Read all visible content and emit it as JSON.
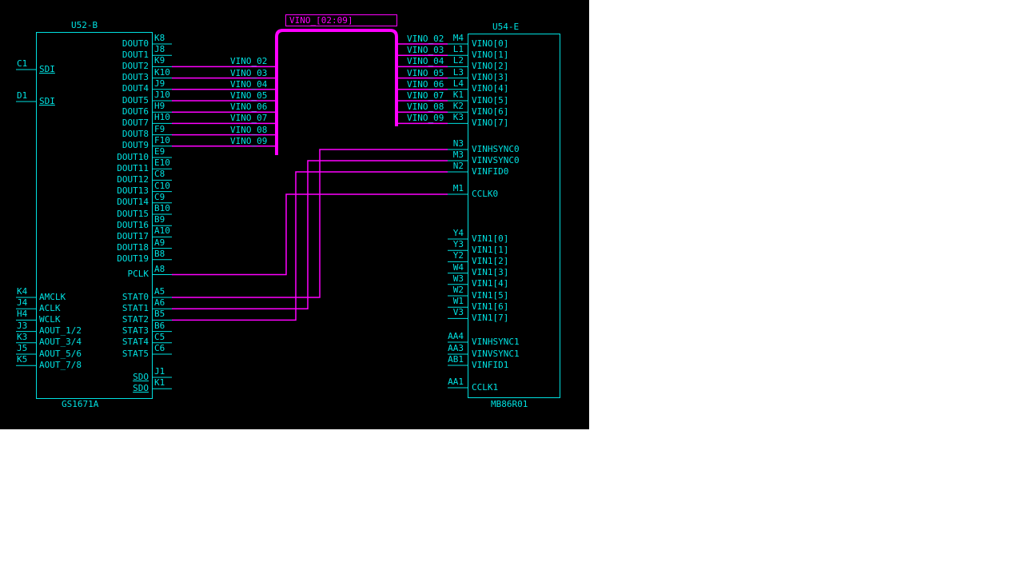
{
  "bus": {
    "label": "VINO_[02:09]"
  },
  "colors": {
    "cyan": "#00e1e1",
    "magenta": "#ff00ff",
    "background": "#000000",
    "page": "#ffffff"
  },
  "components": {
    "u52": {
      "ref": "U52-B",
      "part": "GS1671A",
      "left_pins": [
        {
          "number": "C1",
          "label": "SDI",
          "underline": true
        },
        {
          "number": "D1",
          "label": "SDI",
          "underline": true
        },
        {
          "number": "K4",
          "label": "AMCLK"
        },
        {
          "number": "J4",
          "label": "ACLK"
        },
        {
          "number": "H4",
          "label": "WCLK"
        },
        {
          "number": "J3",
          "label": "AOUT_1/2"
        },
        {
          "number": "K3",
          "label": "AOUT_3/4"
        },
        {
          "number": "J5",
          "label": "AOUT_5/6"
        },
        {
          "number": "K5",
          "label": "AOUT_7/8"
        }
      ],
      "right_pins": [
        {
          "number": "K8",
          "label": "DOUT0"
        },
        {
          "number": "J8",
          "label": "DOUT1"
        },
        {
          "number": "K9",
          "label": "DOUT2",
          "net": "VINO_02"
        },
        {
          "number": "K10",
          "label": "DOUT3",
          "net": "VINO_03"
        },
        {
          "number": "J9",
          "label": "DOUT4",
          "net": "VINO_04"
        },
        {
          "number": "J10",
          "label": "DOUT5",
          "net": "VINO_05"
        },
        {
          "number": "H9",
          "label": "DOUT6",
          "net": "VINO_06"
        },
        {
          "number": "H10",
          "label": "DOUT7",
          "net": "VINO_07"
        },
        {
          "number": "F9",
          "label": "DOUT8",
          "net": "VINO_08"
        },
        {
          "number": "F10",
          "label": "DOUT9",
          "net": "VINO_09"
        },
        {
          "number": "E9",
          "label": "DOUT10"
        },
        {
          "number": "E10",
          "label": "DOUT11"
        },
        {
          "number": "C8",
          "label": "DOUT12"
        },
        {
          "number": "C10",
          "label": "DOUT13"
        },
        {
          "number": "C9",
          "label": "DOUT14"
        },
        {
          "number": "B10",
          "label": "DOUT15"
        },
        {
          "number": "B9",
          "label": "DOUT16"
        },
        {
          "number": "A10",
          "label": "DOUT17"
        },
        {
          "number": "A9",
          "label": "DOUT18"
        },
        {
          "number": "B8",
          "label": "DOUT19"
        },
        {
          "number": "A8",
          "label": "PCLK"
        },
        {
          "number": "A5",
          "label": "STAT0"
        },
        {
          "number": "A6",
          "label": "STAT1"
        },
        {
          "number": "B5",
          "label": "STAT2"
        },
        {
          "number": "B6",
          "label": "STAT3"
        },
        {
          "number": "C5",
          "label": "STAT4"
        },
        {
          "number": "C6",
          "label": "STAT5"
        },
        {
          "number": "J1",
          "label": "SDO",
          "underline": true
        },
        {
          "number": "K1",
          "label": "SDO",
          "underline": true
        }
      ]
    },
    "u54": {
      "ref": "U54-E",
      "part": "MB86R01",
      "left_pins": [
        {
          "number": "M4",
          "label": "VINO[0]",
          "net": "VINO_02"
        },
        {
          "number": "L1",
          "label": "VINO[1]",
          "net": "VINO_03"
        },
        {
          "number": "L2",
          "label": "VINO[2]",
          "net": "VINO_04"
        },
        {
          "number": "L3",
          "label": "VINO[3]",
          "net": "VINO_05"
        },
        {
          "number": "L4",
          "label": "VINO[4]",
          "net": "VINO_06"
        },
        {
          "number": "K1",
          "label": "VINO[5]",
          "net": "VINO_07"
        },
        {
          "number": "K2",
          "label": "VINO[6]",
          "net": "VINO_08"
        },
        {
          "number": "K3",
          "label": "VINO[7]",
          "net": "VINO_09"
        },
        {
          "number": "N3",
          "label": "VINHSYNC0"
        },
        {
          "number": "M3",
          "label": "VINVSYNC0"
        },
        {
          "number": "N2",
          "label": "VINFID0"
        },
        {
          "number": "M1",
          "label": "CCLK0"
        },
        {
          "number": "Y4",
          "label": "VIN1[0]"
        },
        {
          "number": "Y3",
          "label": "VIN1[1]"
        },
        {
          "number": "Y2",
          "label": "VIN1[2]"
        },
        {
          "number": "W4",
          "label": "VIN1[3]"
        },
        {
          "number": "W3",
          "label": "VIN1[4]"
        },
        {
          "number": "W2",
          "label": "VIN1[5]"
        },
        {
          "number": "W1",
          "label": "VIN1[6]"
        },
        {
          "number": "V3",
          "label": "VIN1[7]"
        },
        {
          "number": "AA4",
          "label": "VINHSYNC1"
        },
        {
          "number": "AA3",
          "label": "VINVSYNC1"
        },
        {
          "number": "AB1",
          "label": "VINFID1"
        },
        {
          "number": "AA1",
          "label": "CCLK1"
        }
      ]
    }
  }
}
